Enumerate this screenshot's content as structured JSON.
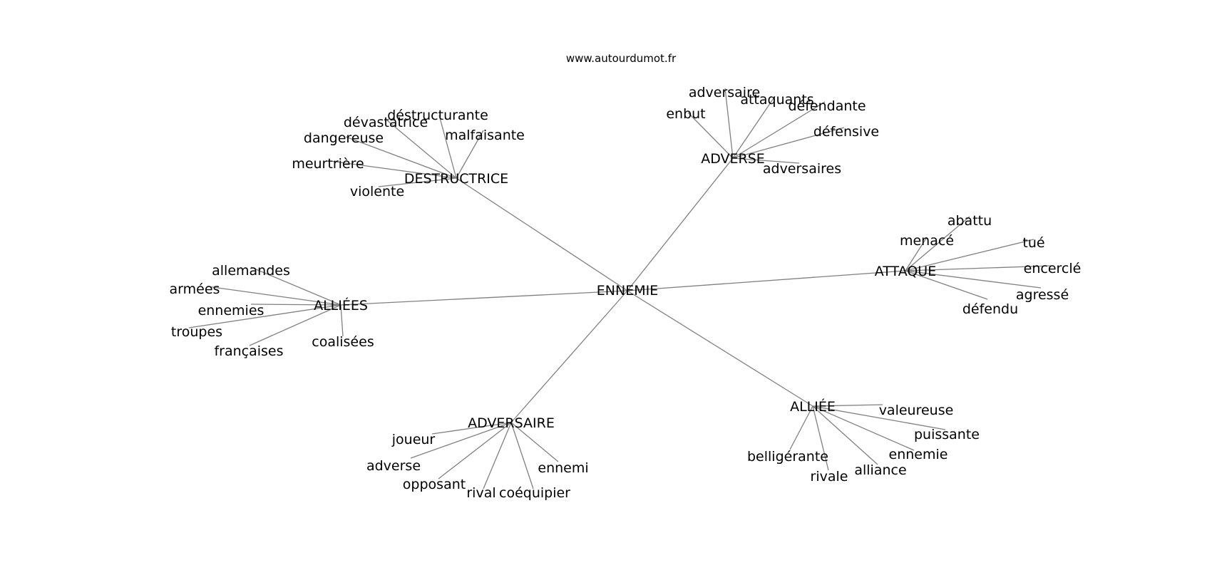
{
  "source": "www.autourdumot.fr",
  "center": "ENNEMIE",
  "clusters": [
    {
      "hub": "DESTRUCTRICE",
      "leaves": [
        "déstructurante",
        "dévastatrice",
        "malfaisante",
        "dangereuse",
        "meurtrière",
        "violente"
      ]
    },
    {
      "hub": "ADVERSE",
      "leaves": [
        "adversaire",
        "attaquants",
        "enbut",
        "défendante",
        "défensive",
        "adversaires"
      ]
    },
    {
      "hub": "ATTAQUE",
      "leaves": [
        "abattu",
        "menacé",
        "tué",
        "encerclé",
        "agressé",
        "défendu"
      ]
    },
    {
      "hub": "ALLIÉES",
      "leaves": [
        "allemandes",
        "armées",
        "ennemies",
        "troupes",
        "coalisées",
        "françaises"
      ]
    },
    {
      "hub": "ADVERSAIRE",
      "leaves": [
        "joueur",
        "adverse",
        "opposant",
        "rival",
        "coéquipier",
        "ennemi"
      ]
    },
    {
      "hub": "ALLIÉE",
      "leaves": [
        "valeureuse",
        "puissante",
        "ennemie",
        "alliance",
        "rivale",
        "belligérante"
      ]
    }
  ]
}
